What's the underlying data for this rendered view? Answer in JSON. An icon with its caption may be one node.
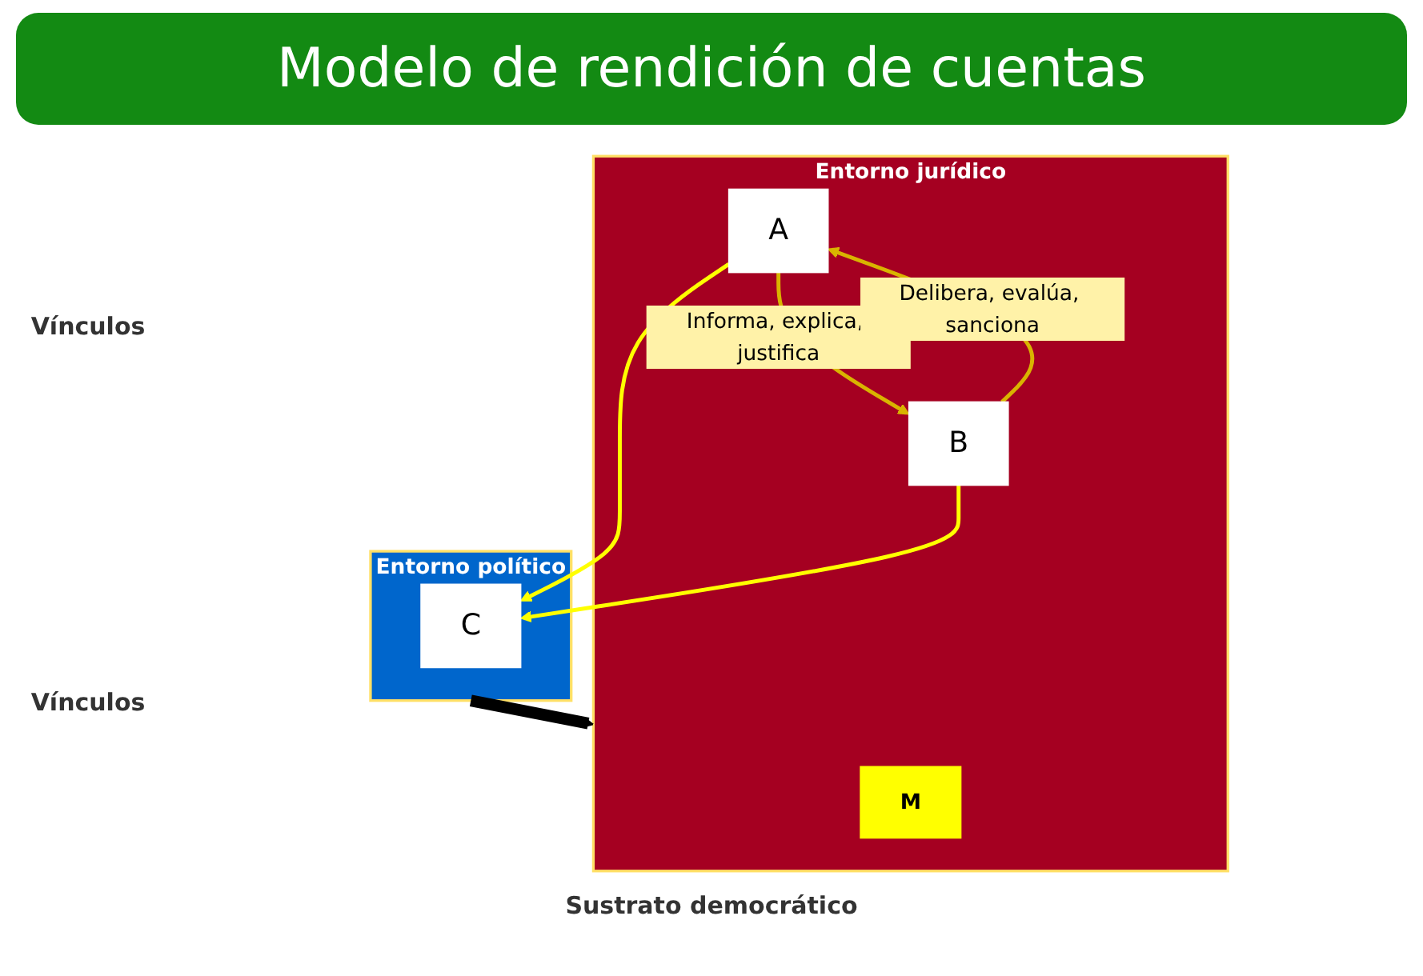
{
  "diagram": {
    "title": "Modelo de rendición de cuentas",
    "nodes": [
      {
        "text": [
          "Entorno jurídico"
        ]
      },
      {
        "text": [
          "M"
        ],
        "in": 0
      },
      {
        "text": [
          "A"
        ],
        "in": 0
      },
      {
        "text": [
          "B"
        ],
        "in": 0
      },
      {
        "text": [
          "Entorno político"
        ]
      },
      {
        "text": [
          "C"
        ],
        "in": 4
      }
    ],
    "edges": [
      {
        "from": 2,
        "to": 3,
        "arrow": "to",
        "label": "Informa, explica, justifica"
      },
      {
        "from": 3,
        "to": 2,
        "arrow": "to",
        "label": "Delibera, evalúa, sanciona"
      },
      {
        "from": 2,
        "to": 5,
        "arrow": "to",
        "color": "#ffff00"
      },
      {
        "from": 3,
        "to": 5,
        "arrow": "to",
        "color": "#ffff00"
      },
      {
        "from": 4,
        "to": 0,
        "arrow": "to",
        "style": "thick",
        "color": "#000000"
      }
    ],
    "labels": [
      "Vínculos",
      "Vínculos",
      "Sustrato democrático"
    ]
  }
}
